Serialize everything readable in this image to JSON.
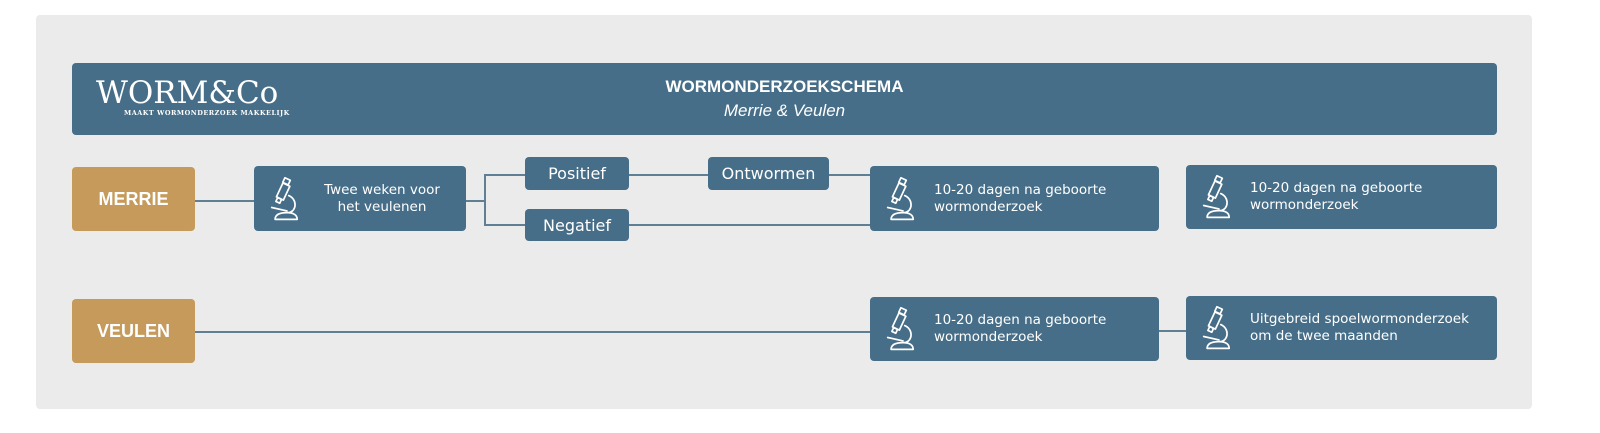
{
  "header": {
    "logo": "WORM&Co",
    "logo_tagline": "MAAKT WORMONDERZOEK MAKKELIJK",
    "title": "WORMONDERZOEKSCHEMA",
    "subtitle": "Merrie & Veulen"
  },
  "rows": {
    "merrie": {
      "label": "MERRIE",
      "first_test": "Twee weken voor het veulenen",
      "positive": "Positief",
      "negative": "Negatief",
      "deworm": "Ontwormen",
      "test2": "10-20 dagen na geboorte wormonderzoek",
      "test3": "10-20 dagen na geboorte wormonderzoek"
    },
    "veulen": {
      "label": "VEULEN",
      "test1": "10-20 dagen na geboorte wormonderzoek",
      "test2": "Uitgebreid spoelwormonderzoek om de twee maanden"
    }
  },
  "colors": {
    "primary": "#466e88",
    "accent": "#c59a5a",
    "background": "#ebebeb"
  }
}
